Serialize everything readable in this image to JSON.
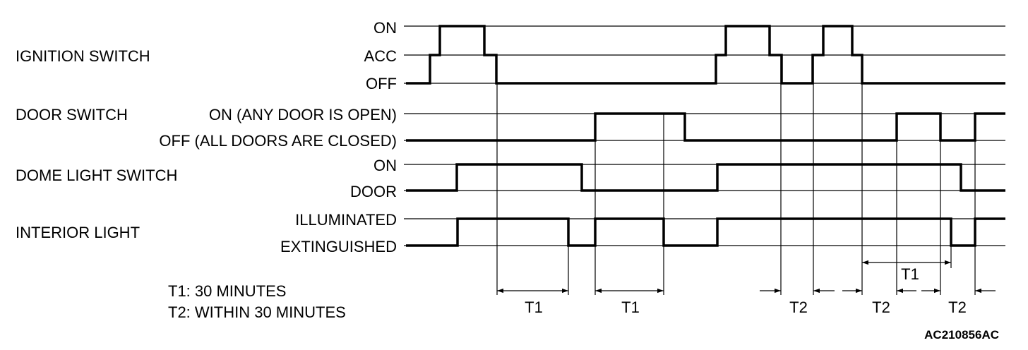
{
  "signals": [
    {
      "id": "ignition",
      "name": "IGNITION SWITCH",
      "states": [
        "ON",
        "ACC",
        "OFF"
      ]
    },
    {
      "id": "door",
      "name": "DOOR SWITCH",
      "states": [
        "ON (ANY DOOR IS OPEN)",
        "OFF (ALL DOORS ARE CLOSED)"
      ]
    },
    {
      "id": "dome",
      "name": "DOME LIGHT SWITCH",
      "states": [
        "ON",
        "DOOR"
      ]
    },
    {
      "id": "interior",
      "name": "INTERIOR LIGHT",
      "states": [
        "ILLUMINATED",
        "EXTINGUISHED"
      ]
    }
  ],
  "intervals": {
    "t1_label": "T1",
    "t2_label": "T2"
  },
  "legend": {
    "t1": "T1: 30 MINUTES",
    "t2": "T2: WITHIN 30 MINUTES"
  },
  "reference_code": "AC210856AC"
}
